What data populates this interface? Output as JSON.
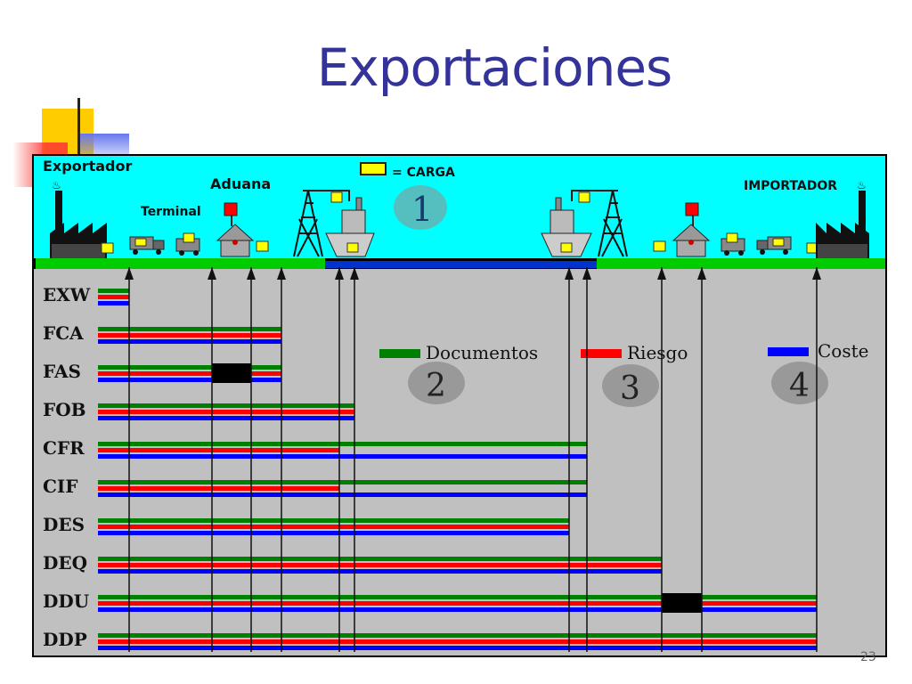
{
  "slide": {
    "title": "Exportaciones",
    "page_number": "23"
  },
  "scene": {
    "exporter_label": "Exportador",
    "customs_label": "Aduana",
    "terminal_label": "Terminal",
    "importer_label": "IMPORTADOR",
    "cargo_legend": "= CARGA",
    "badge_1": "1"
  },
  "legend": {
    "documents": {
      "label": "Documentos",
      "number": "2",
      "color": "#008000"
    },
    "risk": {
      "label": "Riesgo",
      "number": "3",
      "color": "#ff0000"
    },
    "cost": {
      "label": "Coste",
      "number": "4",
      "color": "#0000ff"
    }
  },
  "colors": {
    "sky": "#00ffff",
    "land": "#00cc00",
    "sea": "#0033cc",
    "panel": "#c0c0c0",
    "cargo": "#ffff00"
  },
  "incoterms": [
    {
      "code": "EXW",
      "documents_end": 1,
      "risk_end": 1,
      "cost_end": 1
    },
    {
      "code": "FCA",
      "documents_end": 4,
      "risk_end": 4,
      "cost_end": 4
    },
    {
      "code": "FAS",
      "documents_end": 4,
      "risk_end": 4,
      "cost_end": 4,
      "transfer_block": [
        2,
        3
      ]
    },
    {
      "code": "FOB",
      "documents_end": 6,
      "risk_end": 6,
      "cost_end": 6
    },
    {
      "code": "CFR",
      "documents_end": 8,
      "risk_end": 5,
      "cost_end": 8
    },
    {
      "code": "CIF",
      "documents_end": 8,
      "risk_end": 5,
      "cost_end": 8
    },
    {
      "code": "DES",
      "documents_end": 7,
      "risk_end": 7,
      "cost_end": 7
    },
    {
      "code": "DEQ",
      "documents_end": 9,
      "risk_end": 9,
      "cost_end": 9
    },
    {
      "code": "DDU",
      "documents_end": 11,
      "risk_end": 11,
      "cost_end": 11,
      "transfer_block": [
        9,
        10
      ]
    },
    {
      "code": "DDP",
      "documents_end": 11,
      "risk_end": 11,
      "cost_end": 11
    }
  ]
}
